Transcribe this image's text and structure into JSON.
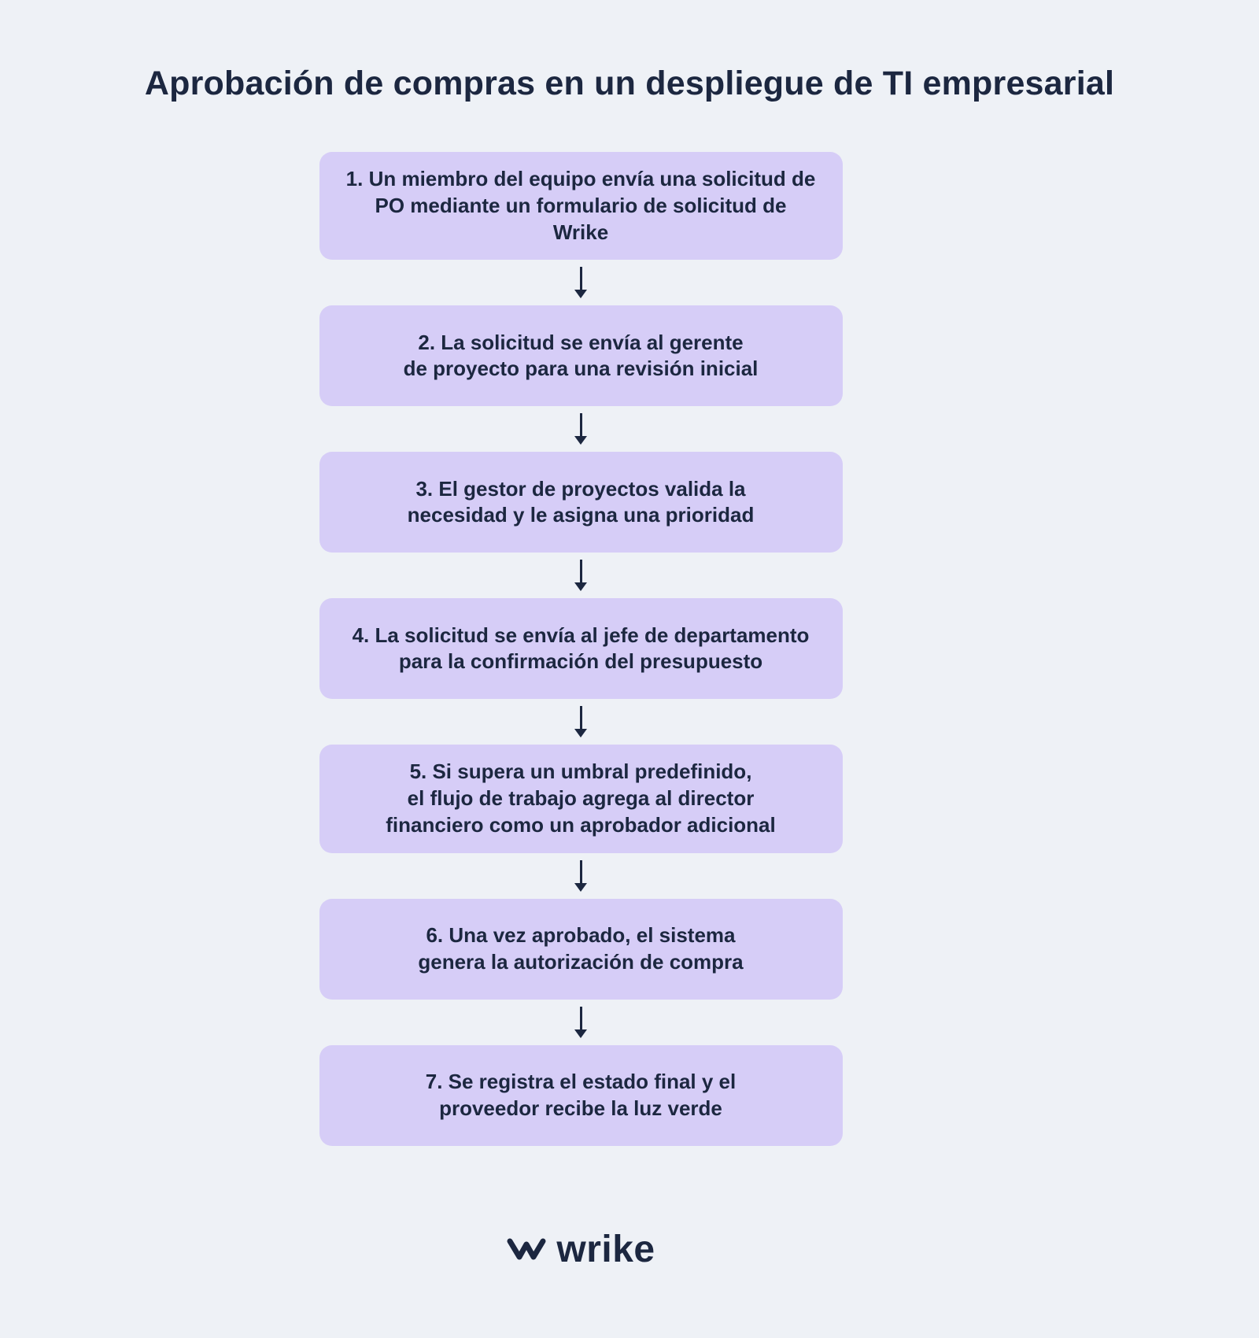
{
  "page": {
    "title": "Aprobación de compras en un despliegue de TI empresarial",
    "background_color": "#eef1f6",
    "box_color": "#d6cdf7",
    "text_color": "#1c2740"
  },
  "flow": {
    "steps": [
      {
        "text": "1. Un miembro del equipo envía una solicitud de\nPO mediante un formulario de solicitud de Wrike"
      },
      {
        "text": "2. La solicitud se envía al gerente\nde proyecto para una revisión inicial"
      },
      {
        "text": "3. El gestor de proyectos valida la\nnecesidad y le asigna una prioridad"
      },
      {
        "text": "4. La solicitud se envía al jefe de departamento\npara la confirmación del presupuesto"
      },
      {
        "text": "5. Si supera un umbral predefinido,\nel flujo de trabajo agrega al director\nfinanciero como un aprobador adicional"
      },
      {
        "text": "6. Una vez aprobado, el sistema\ngenera la autorización de compra"
      },
      {
        "text": "7.  Se registra el estado final y el\nproveedor recibe la luz verde"
      }
    ]
  },
  "footer": {
    "brand": "wrike"
  }
}
